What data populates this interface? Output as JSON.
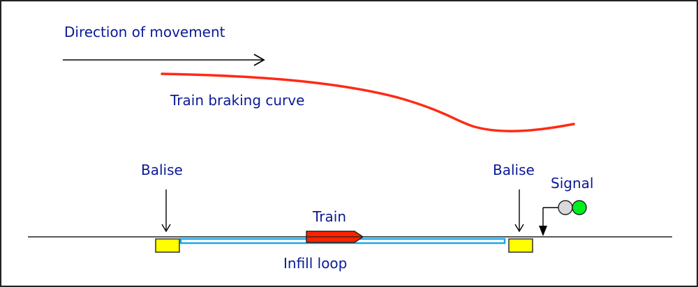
{
  "labels": {
    "direction": "Direction of movement",
    "braking_curve": "Train braking curve",
    "balise_left": "Balise",
    "balise_right": "Balise",
    "signal": "Signal",
    "train": "Train",
    "infill_loop": "Infill loop"
  },
  "colors": {
    "text": "#0a1a96",
    "braking_curve": "#ff2a14",
    "train_fill": "#ff2200",
    "balise_fill": "#ffff00",
    "infill_loop": "#1aa8e6",
    "signal_lamp_off": "#d9d9d9",
    "signal_lamp_on": "#00ee22",
    "track": "#222222"
  },
  "signal": {
    "aspect": "green"
  }
}
